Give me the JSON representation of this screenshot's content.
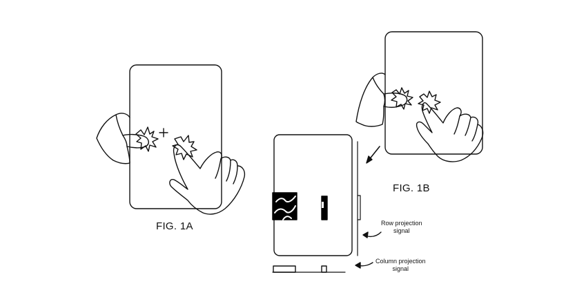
{
  "figures": {
    "fig_1a": {
      "caption": "FIG. 1A"
    },
    "fig_1b": {
      "caption": "FIG. 1B"
    }
  },
  "annotations": {
    "row_projection": {
      "line1": "Row projection",
      "line2": "signal"
    },
    "column_projection": {
      "line1": "Column projection",
      "line2": "signal"
    }
  },
  "symbols": {
    "plus": "+"
  },
  "colors": {
    "ink": "#111111",
    "fill": "#000000",
    "background": "#ffffff"
  }
}
